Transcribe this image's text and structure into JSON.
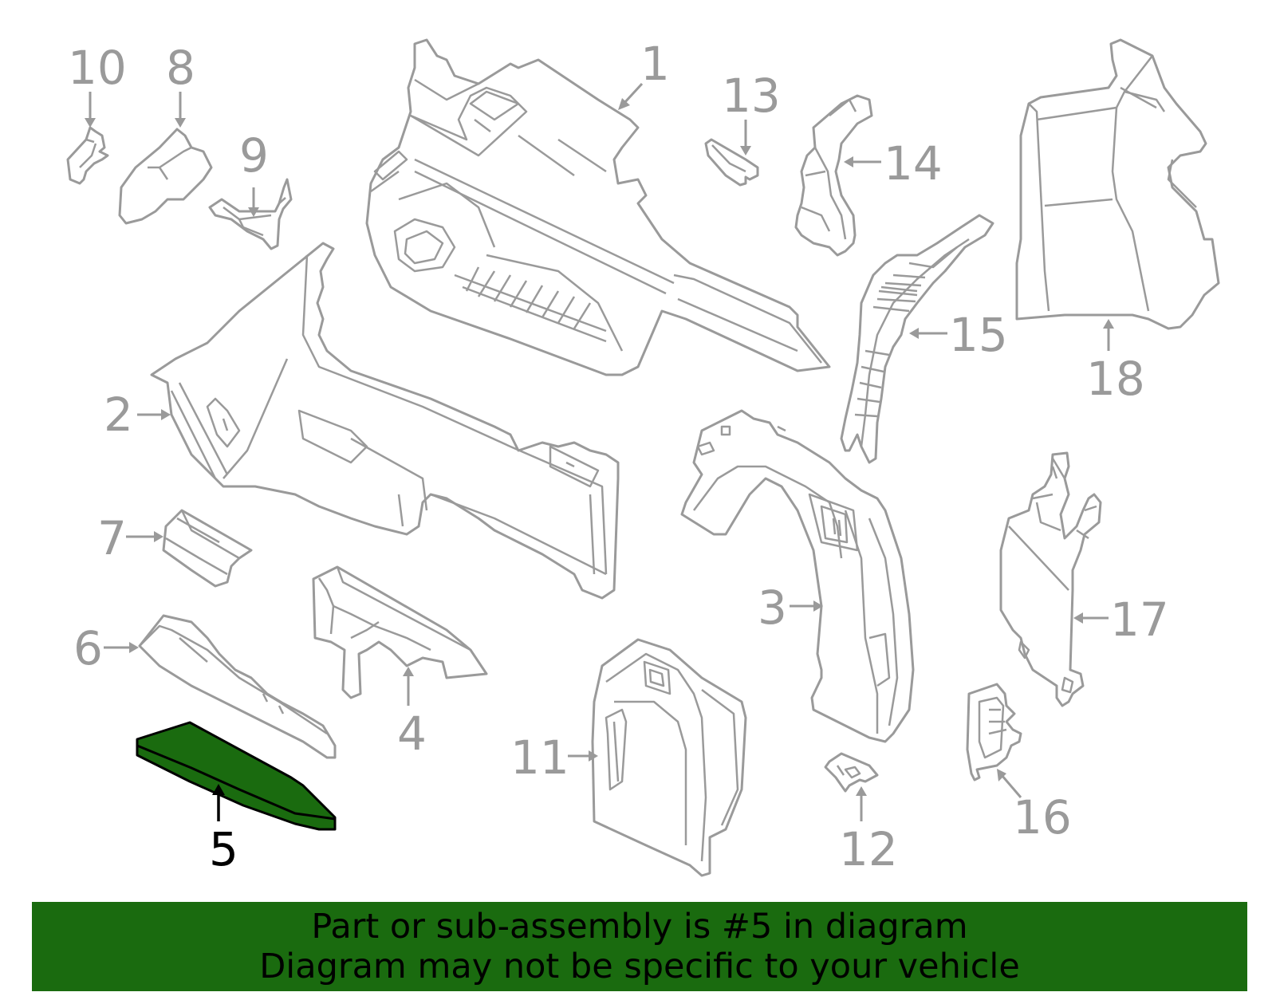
{
  "diagram": {
    "callouts": {
      "c1": "1",
      "c2": "2",
      "c3": "3",
      "c4": "4",
      "c5": "5",
      "c6": "6",
      "c7": "7",
      "c8": "8",
      "c9": "9",
      "c10": "10",
      "c11": "11",
      "c12": "12",
      "c13": "13",
      "c14": "14",
      "c15": "15",
      "c16": "16",
      "c17": "17",
      "c18": "18"
    },
    "highlighted_part": "5",
    "colors": {
      "highlight": "#1a6b0f",
      "line": "#9a9a9a",
      "highlight_outline": "#000000"
    }
  },
  "banner": {
    "line1": "Part or sub-assembly is #5 in diagram",
    "line2": "Diagram may not be specific to your vehicle"
  }
}
